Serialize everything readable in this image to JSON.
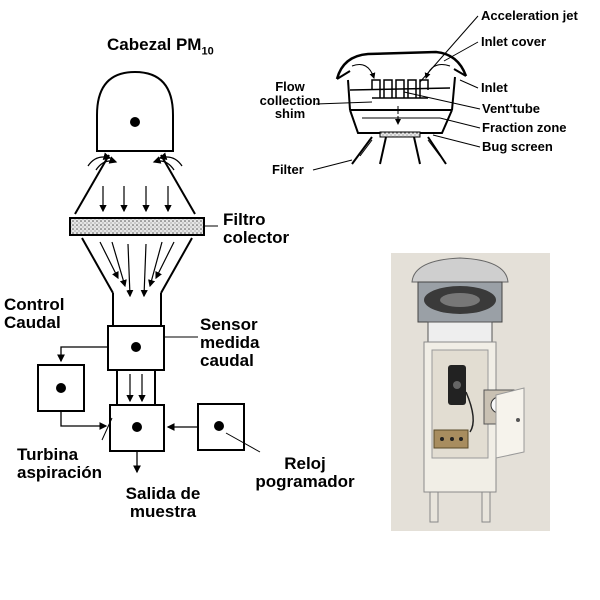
{
  "schematic": {
    "title_main": "Cabezal  PM",
    "title_sub": "10",
    "filter_label": [
      "Filtro",
      "colector"
    ],
    "flow_sensor_label": [
      "Sensor",
      "medida",
      "caudal"
    ],
    "flow_control_label": [
      "Control",
      "Caudal"
    ],
    "turbine_label": [
      "Turbina",
      "aspiración"
    ],
    "output_label": [
      "Salida de",
      "muestra"
    ],
    "timer_label": [
      "Reloj",
      "pogramador"
    ]
  },
  "inlet_detail": {
    "labels": {
      "acceleration_jet": "Acceleration jet",
      "inlet_cover": "Inlet cover",
      "inlet": "Inlet",
      "vent_tube": "Vent'tube",
      "fraction_zone": "Fraction zone",
      "bug_screen": "Bug screen",
      "filter": "Filter",
      "flow_collection_shim": [
        "Flow",
        "collection",
        "shim"
      ]
    }
  },
  "colors": {
    "ink": "#000000",
    "filter_fill": "#d9d9d9",
    "photo_bg": "#e4e0d8",
    "cabinet": "#f1eee6",
    "dark_part": "#222222"
  }
}
